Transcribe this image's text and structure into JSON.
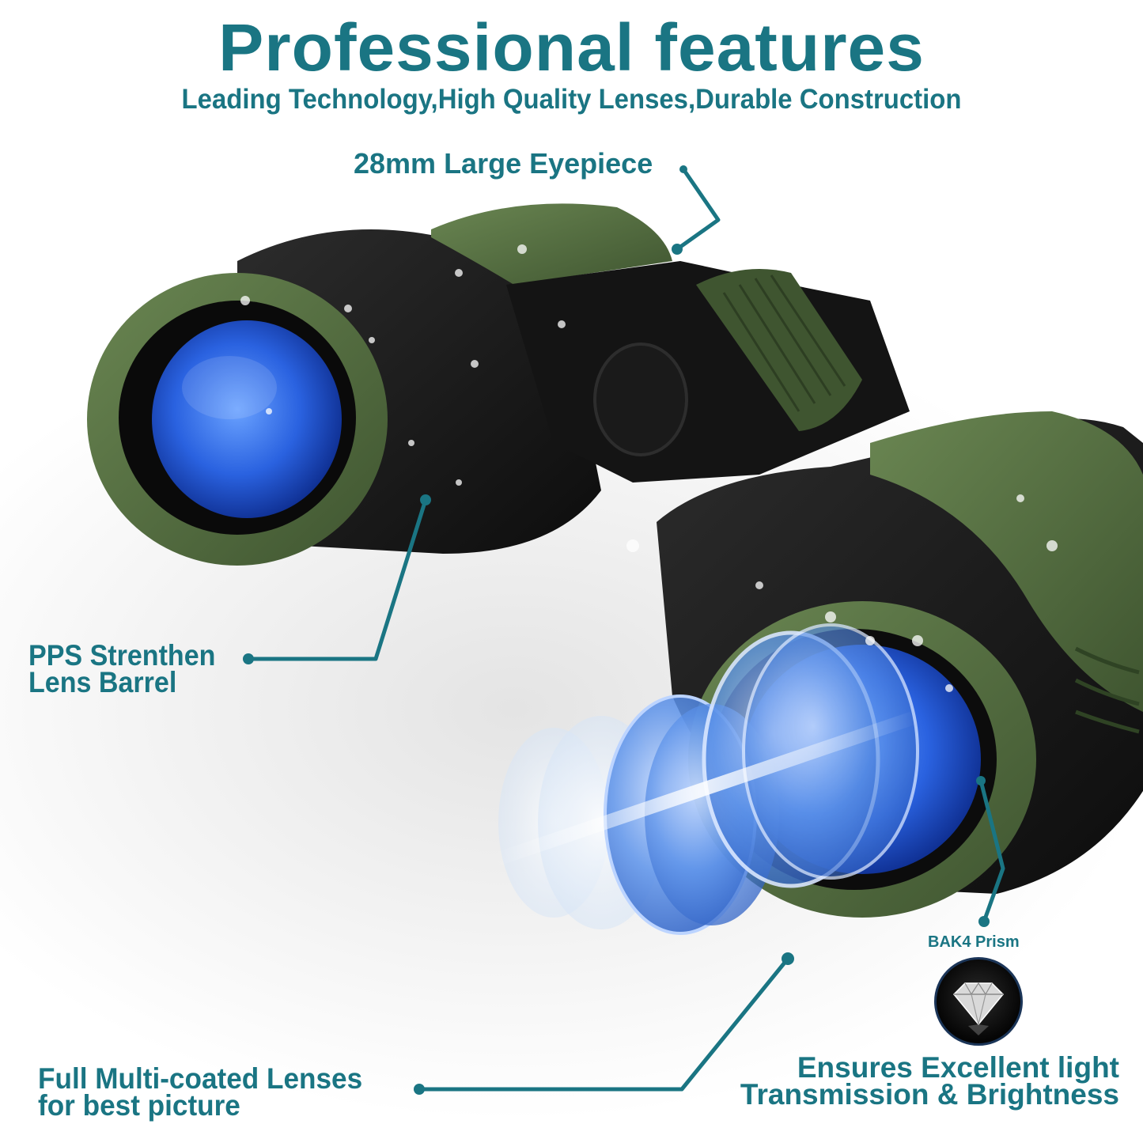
{
  "header": {
    "title": "Professional features",
    "subtitle": "Leading Technology,High Quality Lenses,Durable Construction"
  },
  "callouts": {
    "eyepiece": {
      "lines": [
        "28mm Large Eyepiece"
      ]
    },
    "barrel": {
      "lines": [
        "PPS Strenthen",
        "Lens Barrel"
      ]
    },
    "lenses": {
      "lines": [
        "Full Multi-coated Lenses",
        "for best picture"
      ]
    },
    "prism": {
      "badge_label": "BAK4 Prism",
      "badge_icon": "diamond-icon",
      "lines": [
        "Ensures Excellent light",
        "Transmission & Brightness"
      ]
    }
  },
  "colors": {
    "accent": "#1a7583",
    "body_green": "#4f6b3a",
    "body_black": "#1a1a1a",
    "lens_blue": "#2f6fe0"
  }
}
